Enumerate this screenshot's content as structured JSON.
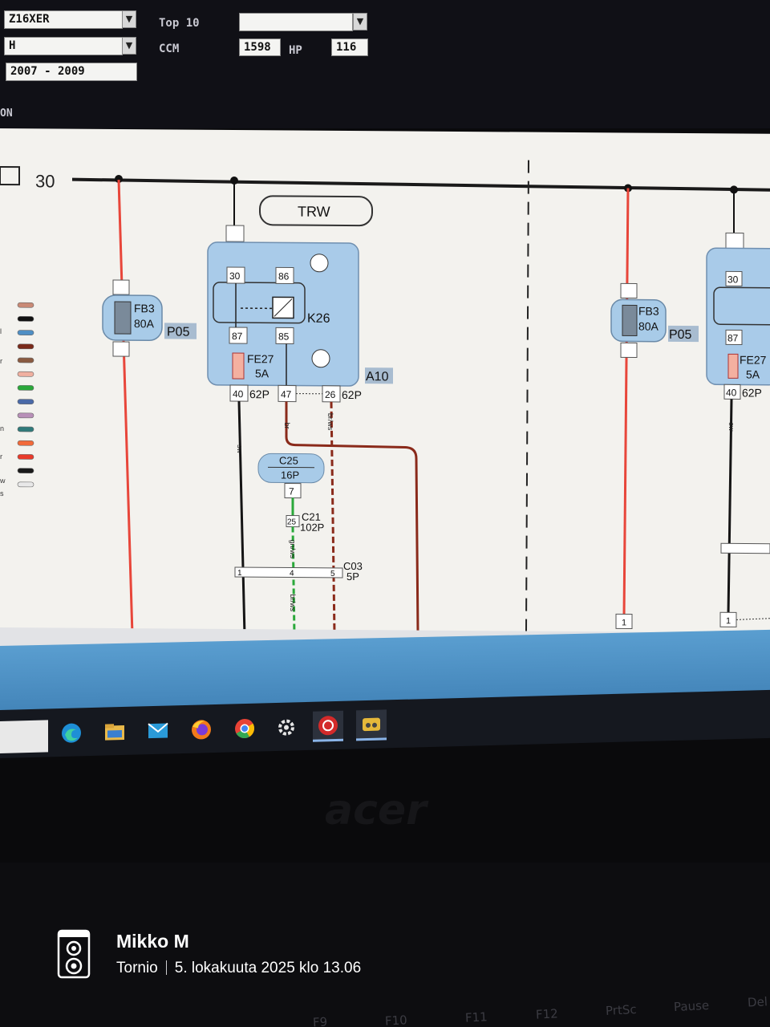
{
  "toolbar": {
    "engine_select": "Z16XER",
    "variant_select": "H",
    "years": "2007 - 2009",
    "top10_label": "Top 10",
    "top10_value": "",
    "ccm_label": "CCM",
    "ccm_value": "1598",
    "hp_label": "HP",
    "hp_value": "116",
    "status_label": "ON"
  },
  "diagram": {
    "bus_label": "30",
    "relay_module_title": "TRW",
    "relay_module_id": "A10",
    "relay": {
      "id": "K26",
      "pins": [
        "30",
        "86",
        "87",
        "85"
      ]
    },
    "internal_fuse": {
      "id": "FE27",
      "rating": "5A"
    },
    "module_pins": [
      {
        "num": "40",
        "conn": "62P"
      },
      {
        "num": "47",
        "conn": ""
      },
      {
        "num": "26",
        "conn": "62P"
      }
    ],
    "fuse_left": {
      "id": "FB3",
      "rating": "80A",
      "box": "P05"
    },
    "fuse_right": {
      "id": "FB3",
      "rating": "80A",
      "box": "P05"
    },
    "connector_c25": {
      "id": "C25",
      "size": "16P",
      "pin": "7"
    },
    "connector_c21": {
      "id": "C21",
      "size": "102P",
      "pin": "25"
    },
    "connector_c03": {
      "id": "C03",
      "size": "5P",
      "pins": [
        "1",
        "4",
        "5"
      ]
    },
    "right_module": {
      "relay_pins": [
        "30",
        "87"
      ],
      "internal_fuse": {
        "id": "FE27",
        "rating": "5A"
      },
      "module_pin": {
        "num": "40",
        "conn": "62P"
      },
      "bottom_pin": "1"
    },
    "bottom_pin_left": "1",
    "wire_colors": {
      "ws": "sw/ws",
      "sw": "sw",
      "br": "br",
      "br_ws": "br/ws",
      "gn_ws": "gn/ws"
    },
    "legend_codes": [
      "l",
      "r",
      "n",
      "r",
      "w",
      "s"
    ],
    "legend_colors": [
      "#c98a76",
      "#111111",
      "#4f8fc4",
      "#7a2a1a",
      "#8a5a40",
      "#f0b0a0",
      "#2aa83a",
      "#4a6aa8",
      "#b890b8",
      "#2f7a7a",
      "#f26a3a",
      "#e83a2a",
      "#1a1a1a",
      "#e8e8e8"
    ]
  },
  "taskbar": {
    "icons": [
      "edge-icon",
      "file-explorer-icon",
      "mail-icon",
      "firefox-icon",
      "chrome-icon",
      "settings-icon",
      "red-app-icon",
      "yellow-app-icon"
    ]
  },
  "bezel_brand": "acer",
  "keyboard": {
    "keys": [
      "F9",
      "F10",
      "F11",
      "F12",
      "PrtSc",
      "Pause",
      "Del"
    ]
  },
  "photo_overlay": {
    "author": "Mikko M",
    "location": "Tornio",
    "datetime": "5. lokakuuta 2025 klo 13.06"
  }
}
